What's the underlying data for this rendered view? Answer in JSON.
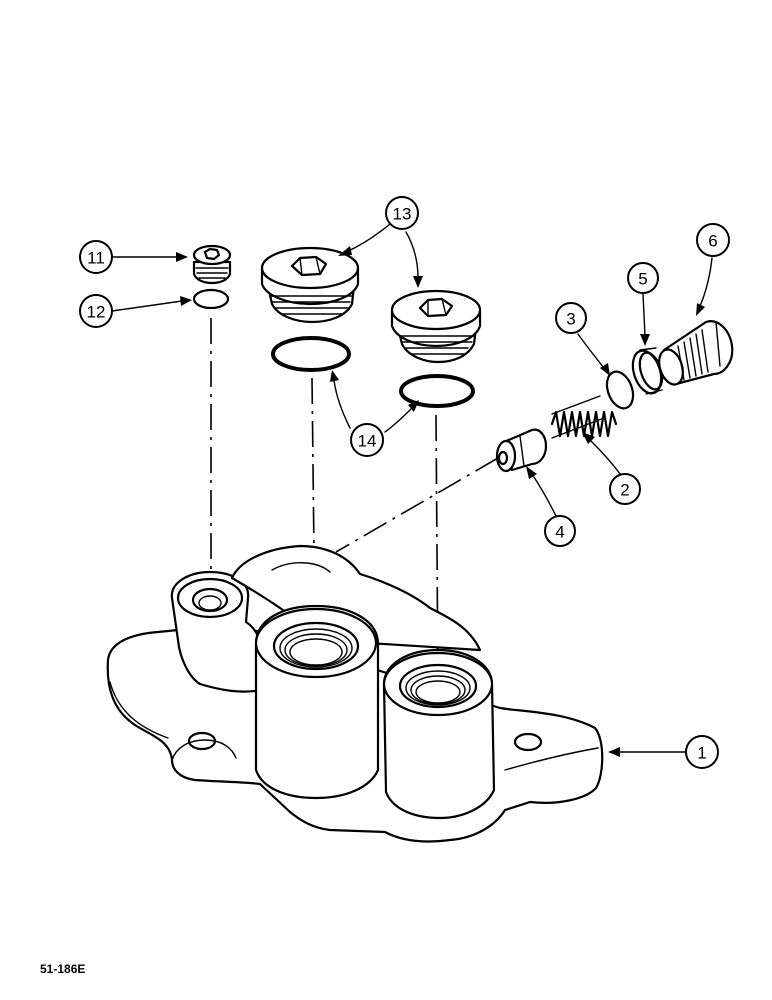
{
  "figure_reference": "51-186E",
  "callouts": {
    "c1": "1",
    "c2": "2",
    "c3": "3",
    "c4": "4",
    "c5": "5",
    "c6": "6",
    "c11": "11",
    "c12": "12",
    "c13": "13",
    "c14": "14"
  }
}
